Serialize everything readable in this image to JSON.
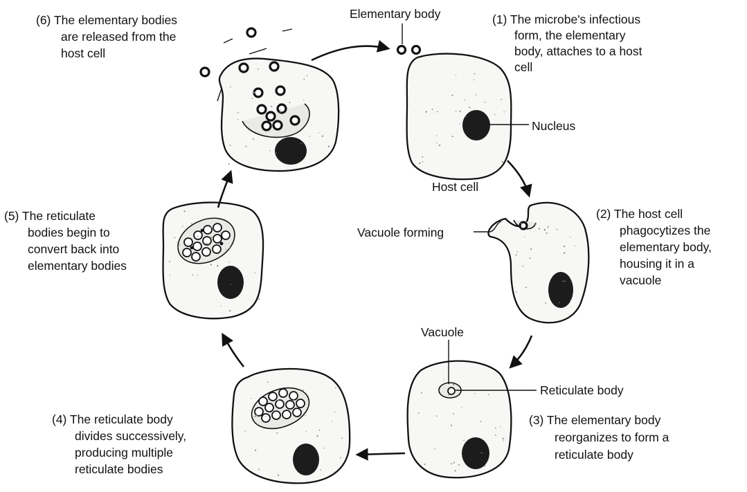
{
  "labels": {
    "elementary_body": "Elementary body",
    "nucleus": "Nucleus",
    "host_cell": "Host cell",
    "vacuole_forming": "Vacuole forming",
    "vacuole": "Vacuole",
    "reticulate_body": "Reticulate body"
  },
  "steps": [
    {
      "id": 1,
      "lines": [
        "(1) The microbe's infectious",
        "form, the elementary",
        "body, attaches to a host",
        "cell"
      ]
    },
    {
      "id": 2,
      "lines": [
        "(2) The host cell",
        "phagocytizes the",
        "elementary body,",
        "housing it in a",
        "vacuole"
      ]
    },
    {
      "id": 3,
      "lines": [
        "(3) The elementary body",
        "reorganizes to form a",
        "reticulate body"
      ]
    },
    {
      "id": 4,
      "lines": [
        "(4) The reticulate body",
        "divides successively,",
        "producing multiple",
        "reticulate bodies"
      ]
    },
    {
      "id": 5,
      "lines": [
        "(5) The reticulate",
        "bodies begin to",
        "convert back into",
        "elementary bodies"
      ]
    },
    {
      "id": 6,
      "lines": [
        "(6) The elementary bodies",
        "are released from the",
        "host cell"
      ]
    }
  ],
  "colors": {
    "ink": "#111111",
    "cell_fill": "#f7f7f5"
  }
}
